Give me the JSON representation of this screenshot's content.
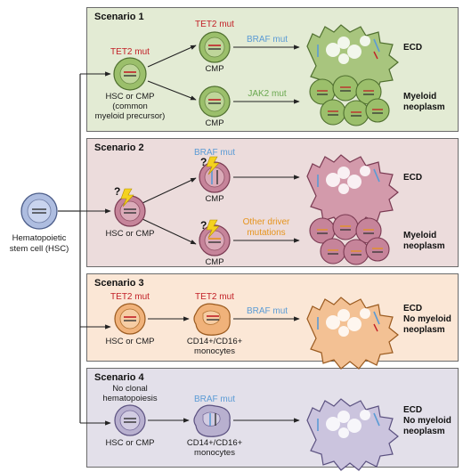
{
  "colors": {
    "panel1_bg": "#e3ebd4",
    "panel2_bg": "#ecdcdc",
    "panel3_bg": "#fbe7d6",
    "panel4_bg": "#e3e0ea",
    "hsc_cell": "#aebde0",
    "green_cell": "#9bbf6b",
    "red_cell": "#c6849a",
    "orange_cell": "#f0b27a",
    "purple_cell": "#b8b0cf",
    "tet2": "#c22027",
    "braf": "#5b9bd5",
    "other": "#e6941d"
  },
  "hsc": {
    "label_line1": "Hematopoietic",
    "label_line2": "stem cell (HSC)"
  },
  "scenario1": {
    "title": "Scenario 1",
    "tet2_left": "TET2 mut",
    "origin_line1": "HSC or CMP",
    "origin_line2": "(common",
    "origin_line3": "myeloid precursor)",
    "tet2_top": "TET2 mut",
    "cmp_top": "CMP",
    "braf": "BRAF mut",
    "outcome_top": "ECD",
    "cmp_bottom": "CMP",
    "jak2": "JAK2 mut",
    "outcome_bottom_line1": "Myeloid",
    "outcome_bottom_line2": "neoplasm"
  },
  "scenario2": {
    "title": "Scenario 2",
    "question": "?",
    "origin": "HSC or CMP",
    "braf": "BRAF mut",
    "question_top": "?",
    "cmp_top": "CMP",
    "outcome_top": "ECD",
    "question_bottom": "?",
    "other_line1": "Other driver",
    "other_line2": "mutations",
    "cmp_bottom": "CMP",
    "outcome_bottom_line1": "Myeloid",
    "outcome_bottom_line2": "neoplasm"
  },
  "scenario3": {
    "title": "Scenario 3",
    "tet2_left": "TET2 mut",
    "origin": "HSC or CMP",
    "tet2_mid": "TET2 mut",
    "mono_line1": "CD14+/CD16+",
    "mono_line2": "monocytes",
    "braf": "BRAF mut",
    "outcome_line1": "ECD",
    "outcome_line2": "No myeloid",
    "outcome_line3": "neoplasm"
  },
  "scenario4": {
    "title": "Scenario 4",
    "clonal_line1": "No clonal",
    "clonal_line2": "hematopoiesis",
    "origin": "HSC or CMP",
    "braf": "BRAF mut",
    "mono_line1": "CD14+/CD16+",
    "mono_line2": "monocytes",
    "outcome_line1": "ECD",
    "outcome_line2": "No myeloid",
    "outcome_line3": "neoplasm"
  }
}
